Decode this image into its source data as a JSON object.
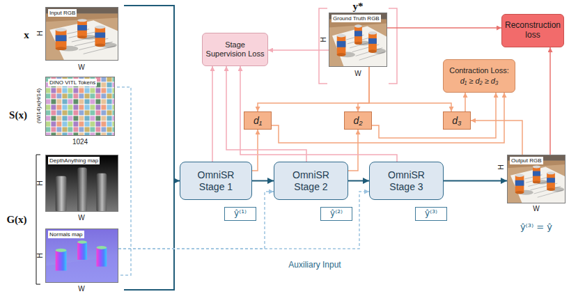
{
  "diagram": {
    "nodes": [
      {
        "text": [
          "Input RGB"
        ]
      },
      {
        "text": [
          "DINO VITL Tokens"
        ]
      },
      {
        "text": [
          "DepthAnything map"
        ]
      },
      {
        "text": [
          "Normals map"
        ]
      },
      {
        "text": [
          "Stage Supervision Loss"
        ]
      },
      {
        "text": [
          "Ground Truth RGB"
        ]
      },
      {
        "text": [
          "Reconstruction loss"
        ]
      },
      {
        "text": [
          "Contraction Loss:",
          "d₁ ≥ d₂ ≥ d₃"
        ]
      },
      {
        "text": [
          "d₁"
        ]
      },
      {
        "text": [
          "d₂"
        ]
      },
      {
        "text": [
          "d₃"
        ]
      },
      {
        "text": [
          "OmniSR Stage 1"
        ]
      },
      {
        "text": [
          "OmniSR Stage 2"
        ]
      },
      {
        "text": [
          "OmniSR Stage 3"
        ]
      },
      {
        "text": [
          "ŷ⁽¹⁾"
        ]
      },
      {
        "text": [
          "ŷ⁽²⁾"
        ]
      },
      {
        "text": [
          "ŷ⁽³⁾"
        ]
      },
      {
        "text": [
          "Output RGB"
        ]
      }
    ],
    "edges": [
      {
        "from": 11,
        "to": 12,
        "arrow": "to"
      },
      {
        "from": 12,
        "to": 13,
        "arrow": "to"
      },
      {
        "from": 13,
        "to": 17,
        "arrow": "to"
      },
      {
        "from": 3,
        "to": 12,
        "arrow": "to"
      },
      {
        "from": 3,
        "to": 13,
        "arrow": "to"
      },
      {
        "from": 11,
        "to": 8,
        "arrow": "to"
      },
      {
        "from": 12,
        "to": 9,
        "arrow": "to"
      },
      {
        "from": 17,
        "to": 10,
        "arrow": "to"
      },
      {
        "from": 5,
        "to": 8,
        "arrow": "to"
      },
      {
        "from": 5,
        "to": 9,
        "arrow": "to"
      },
      {
        "from": 5,
        "to": 10,
        "arrow": "to"
      },
      {
        "from": 8,
        "to": 7,
        "arrow": "to"
      },
      {
        "from": 9,
        "to": 7,
        "arrow": "to"
      },
      {
        "from": 10,
        "to": 7,
        "arrow": "to"
      },
      {
        "from": 5,
        "to": 6,
        "arrow": "to"
      },
      {
        "from": 17,
        "to": 6,
        "arrow": "to"
      },
      {
        "from": 5,
        "to": 4,
        "arrow": "to"
      },
      {
        "from": 11,
        "to": 4,
        "arrow": "to"
      },
      {
        "from": 12,
        "to": 4,
        "arrow": "to"
      },
      {
        "from": 13,
        "to": 4,
        "arrow": "to"
      }
    ],
    "labels": [
      "x",
      "S(x)",
      "G(x)",
      "H",
      "W",
      "(W/14)x(H/14)",
      "1024",
      "H",
      "W",
      "H",
      "W",
      "y*",
      "H",
      "W",
      "H",
      "W",
      "ŷ⁽³⁾ = ŷ",
      "Auxiliary Input"
    ]
  }
}
